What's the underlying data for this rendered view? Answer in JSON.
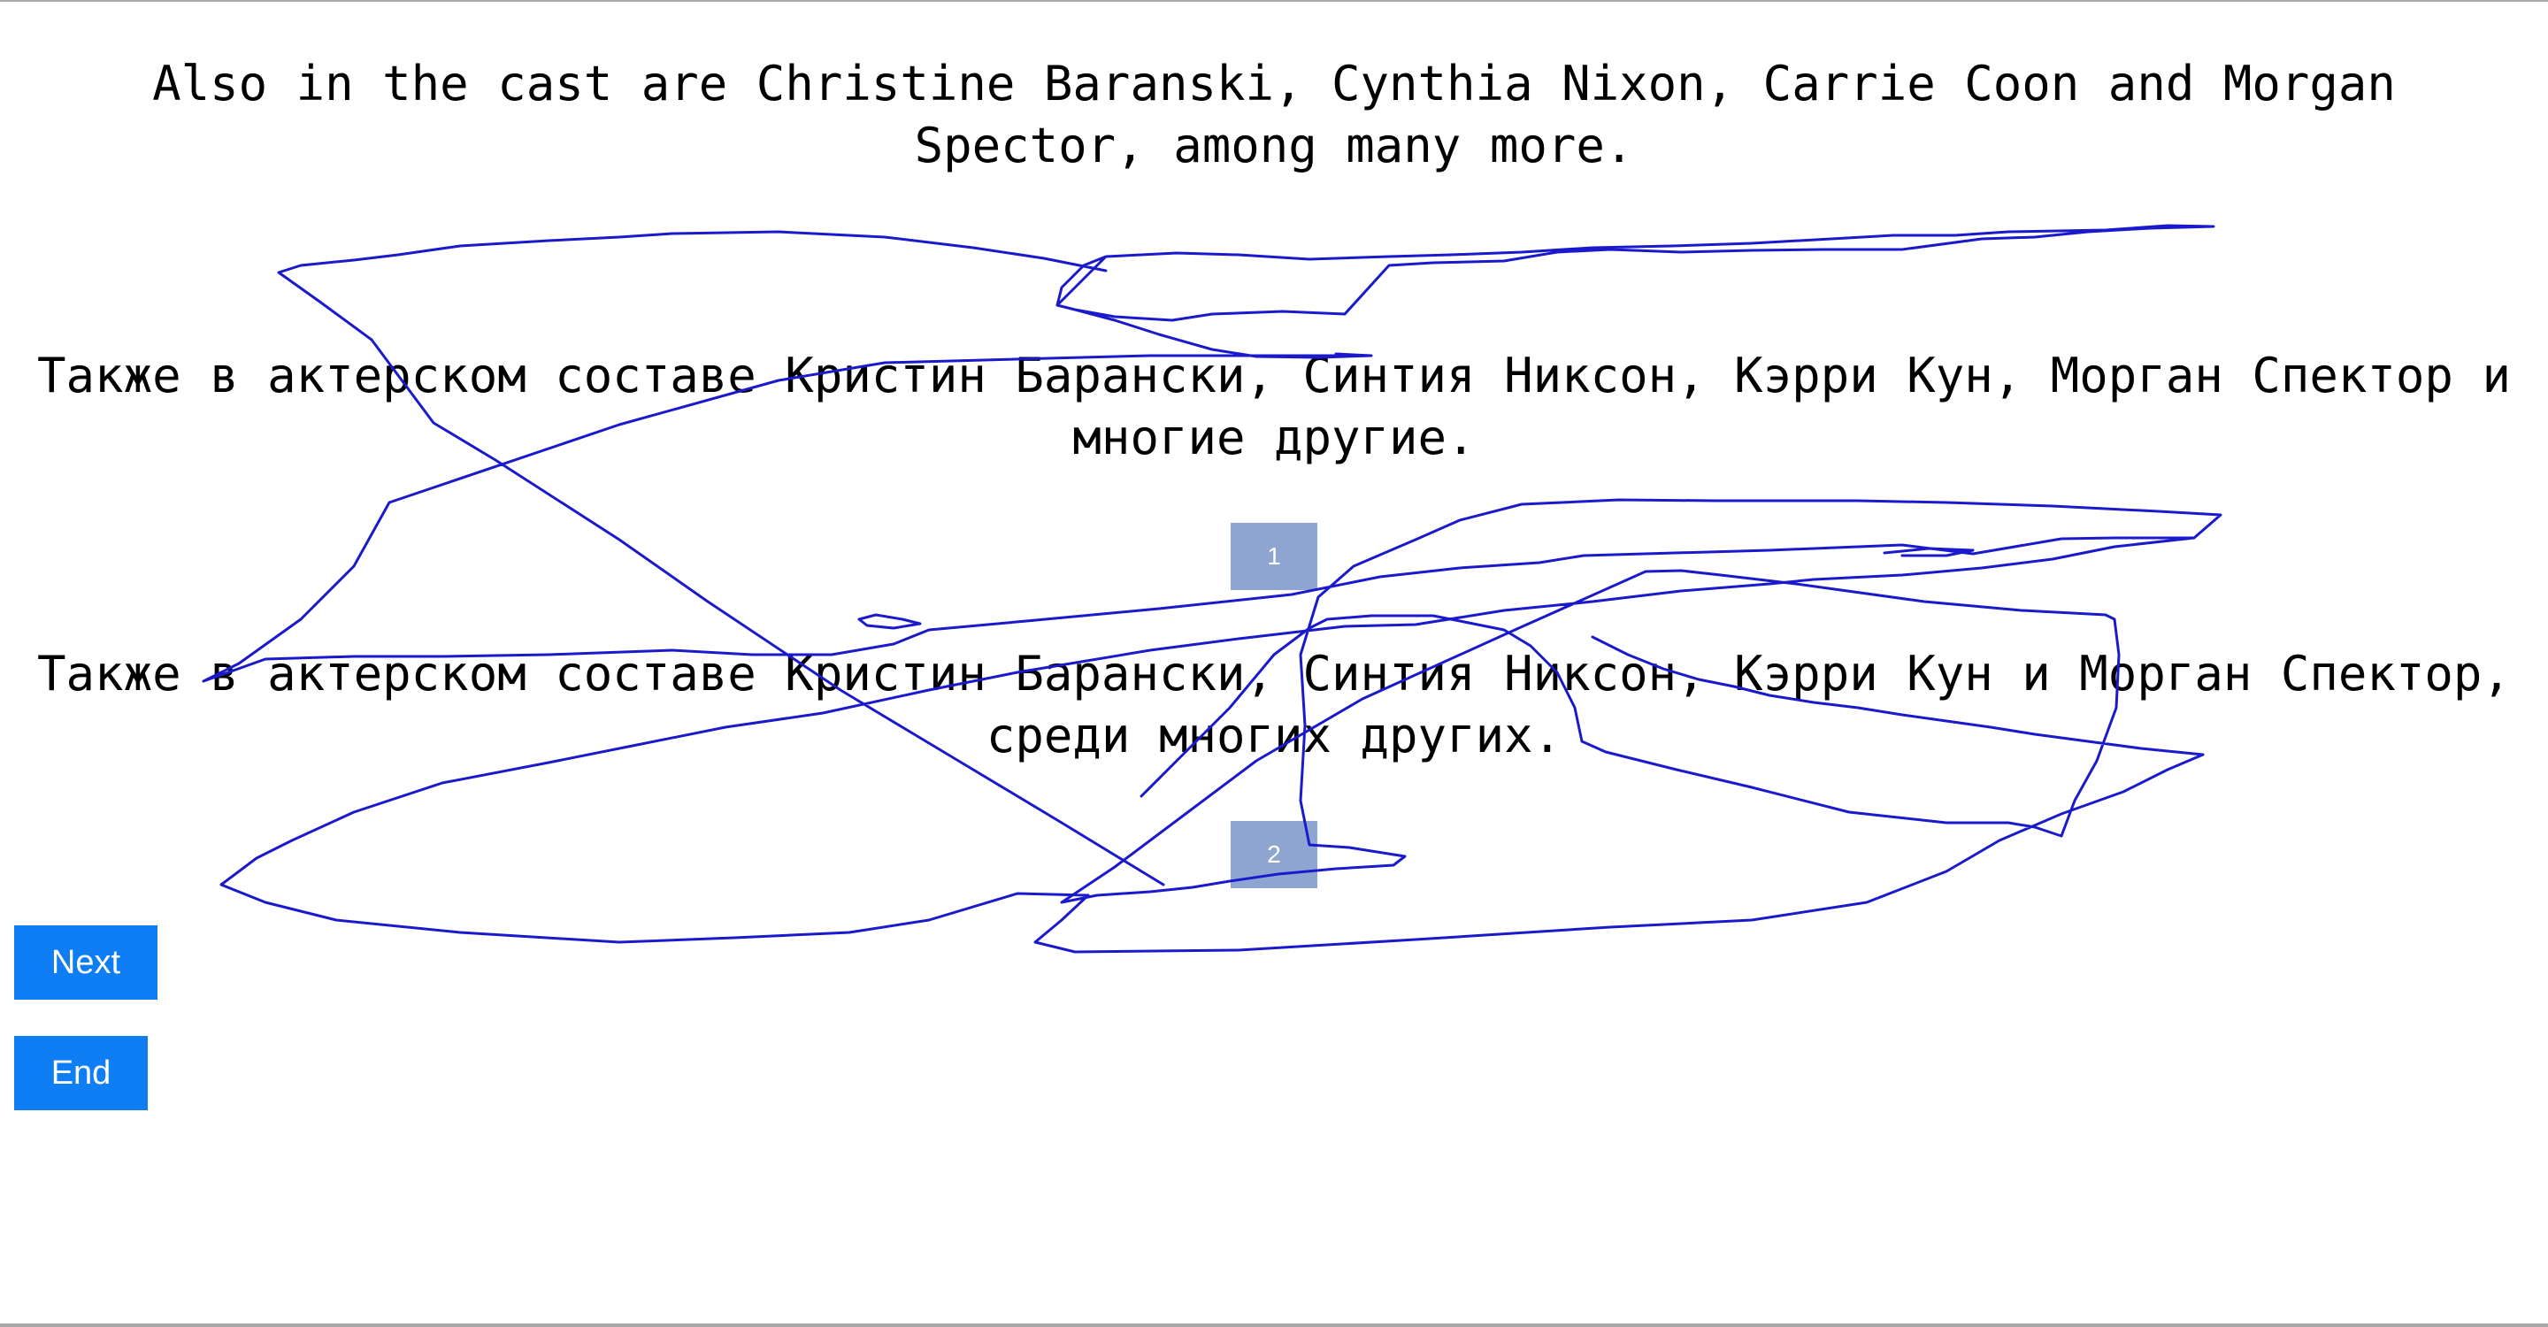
{
  "source": {
    "text": "Also in the cast are Christine Baranski, Cynthia Nixon, Carrie Coon and Morgan Spector, among many more."
  },
  "candidates": [
    {
      "rank": "1",
      "text": "Также в актерском составе Кристин Барански, Синтия Никсон, Кэрри Кун, Морган Спектор и многие другие."
    },
    {
      "rank": "2",
      "text": "Также в актерском составе Кристин Барански, Синтия Никсон, Кэрри Кун и Морган Спектор, среди многих других."
    }
  ],
  "buttons": {
    "next_label": "Next",
    "end_label": "End"
  },
  "colors": {
    "stroke": "#1a1acc",
    "badge": "#8fa5d1",
    "button": "#0f7ef5"
  },
  "icons": {
    "annotation": "freehand-pen-stroke"
  }
}
